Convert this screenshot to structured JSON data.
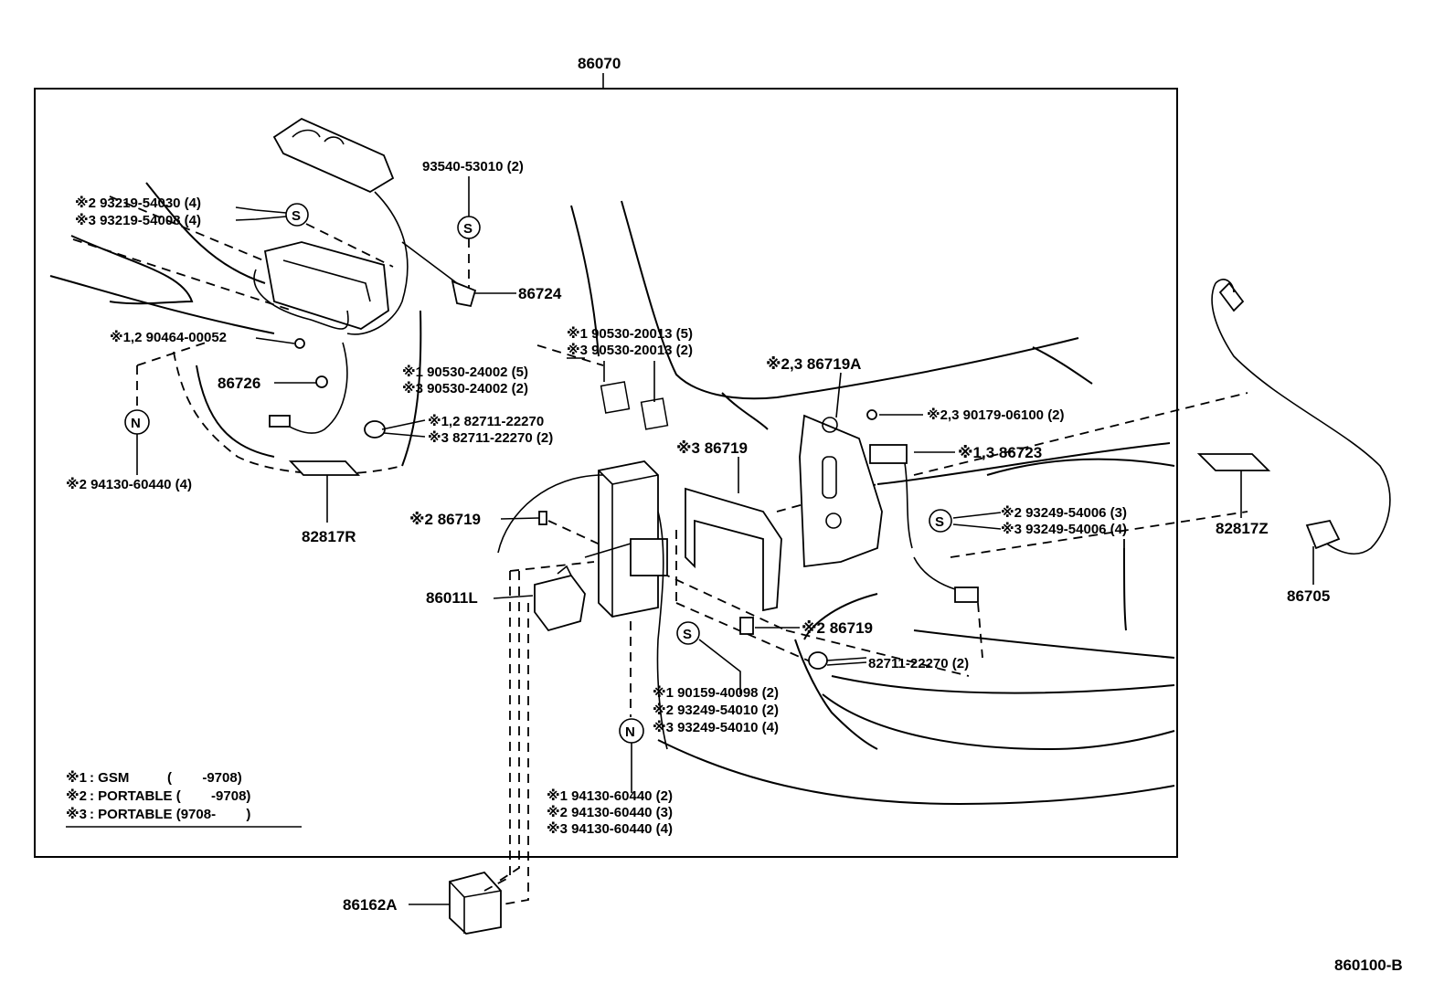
{
  "drawing_id": "860100-B",
  "assembly_number": "86070",
  "legend": [
    {
      "mark": "※1",
      "text": ": GSM          (        -9708)"
    },
    {
      "mark": "※2",
      "text": ": PORTABLE (        -9708)"
    },
    {
      "mark": "※3",
      "text": ": PORTABLE (9708-        )"
    }
  ],
  "callouts": {
    "c93540": "93540-53010 (2)",
    "c86724": "86724",
    "c93219a": "※2  93219-54030 (4)",
    "c93219b": "※3  93219-54008 (4)",
    "c90464": "※1,2 90464-00052",
    "c86726": "86726",
    "c94130top": "※2  94130-60440 (4)",
    "c82817R": "82817R",
    "c90530a": "※1  90530-24002 (5)",
    "c90530b": "※3  90530-24002 (2)",
    "c82711a": "※1,2  82711-22270",
    "c82711b": "※3     82711-22270 (2)",
    "c90530c": "※1  90530-20013 (5)",
    "c90530d": "※3  90530-20013 (2)",
    "c86719A": "※2,3  86719A",
    "c90179": "※2,3  90179-06100 (2)",
    "c86719_3": "※3 86719",
    "c86723": "※1,3  86723",
    "c86719_2a": "※2 86719",
    "c93249a": "※2  93249-54006 (3)",
    "c93249b": "※3  93249-54006 (4)",
    "c86011L": "86011L",
    "c86719_2b": "※2  86719",
    "c82711c": "82711-22270 (2)",
    "c90159": "※1  90159-40098 (2)",
    "c93249c": "※2  93249-54010 (2)",
    "c93249d": "※3  93249-54010 (4)",
    "c94130a": "※1  94130-60440 (2)",
    "c94130b": "※2  94130-60440 (3)",
    "c94130c": "※3  94130-60440 (4)",
    "c86162A": "86162A",
    "c82817Z": "82817Z",
    "c86705": "86705"
  },
  "symbols": {
    "s_letter": "S",
    "n_letter": "N"
  }
}
